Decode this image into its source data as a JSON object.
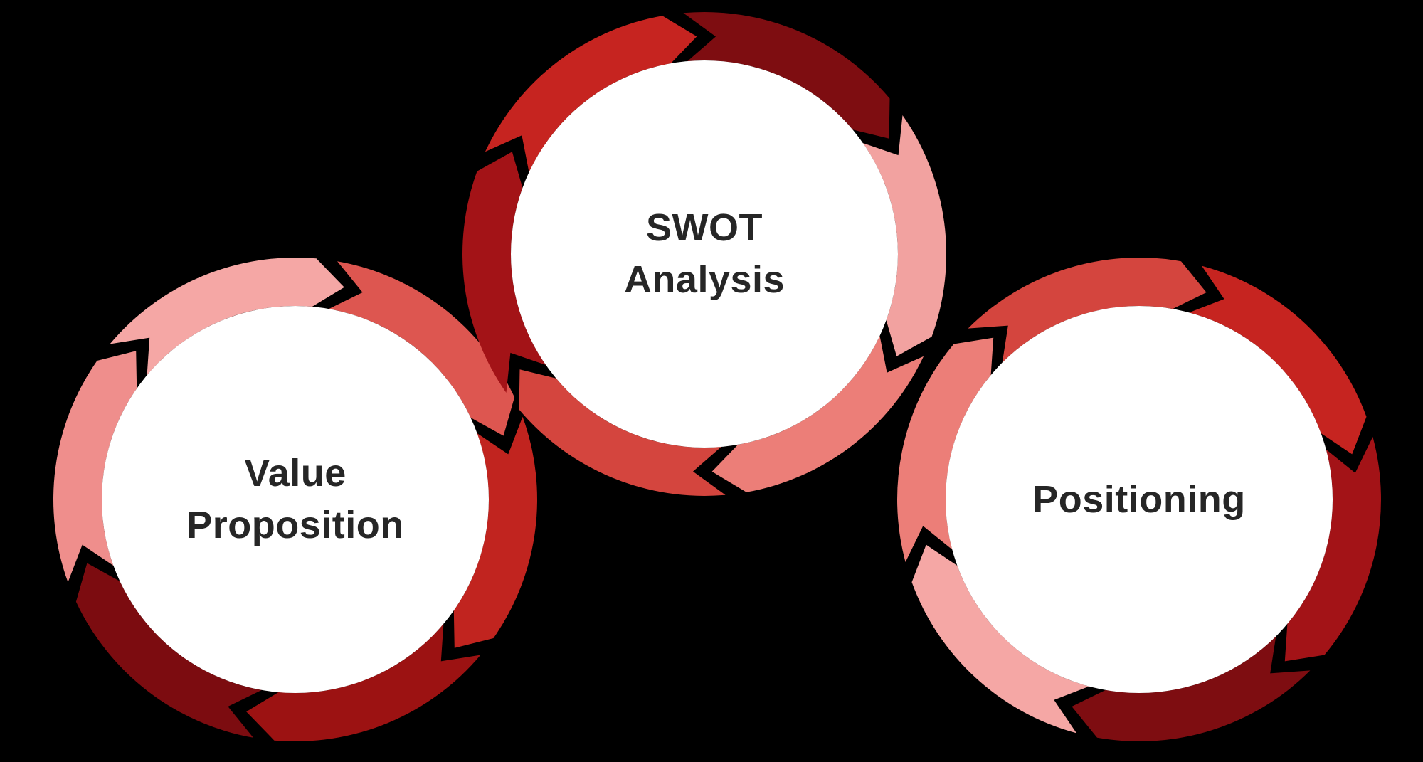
{
  "diagram": {
    "background_color": "#000000",
    "text_color": "#262626",
    "node_fill_color": "#ffffff",
    "nodes": [
      {
        "id": "value-proposition",
        "label": "Value Proposition",
        "label_lines": [
          "Value",
          "Proposition"
        ],
        "rotation_deg": 10,
        "ring_colors": [
          "#dd5650",
          "#c1241f",
          "#9c1212",
          "#7c0c10",
          "#ef8e8c",
          "#f5a7a5"
        ]
      },
      {
        "id": "swot-analysis",
        "label": "SWOT Analysis",
        "label_lines": [
          "SWOT",
          "Analysis"
        ],
        "rotation_deg": -5,
        "ring_colors": [
          "#7e0d11",
          "#f2a2a0",
          "#ec7e78",
          "#d4453e",
          "#a31317",
          "#c62420"
        ]
      },
      {
        "id": "positioning",
        "label": "Positioning",
        "label_lines": [
          "Positioning"
        ],
        "rotation_deg": 15,
        "ring_colors": [
          "#c62420",
          "#a31317",
          "#7e0d11",
          "#f5a7a5",
          "#ec7e78",
          "#d4453e"
        ]
      }
    ]
  }
}
